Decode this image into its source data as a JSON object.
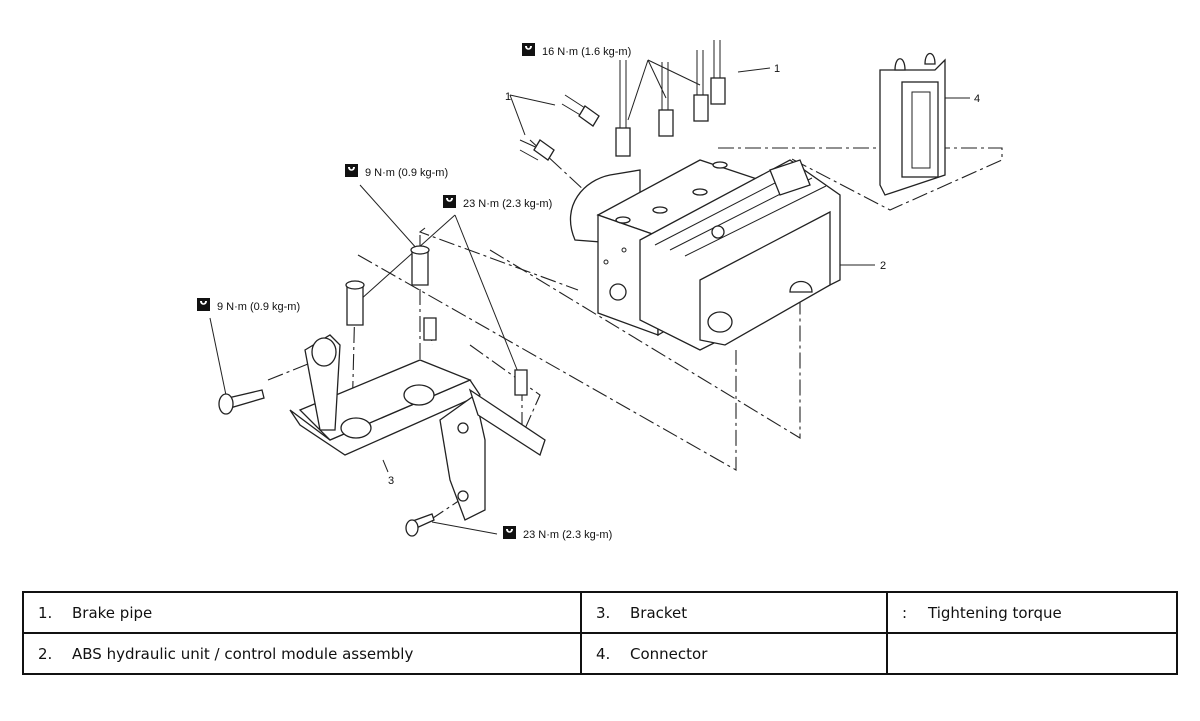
{
  "diagram": {
    "torques": {
      "t16": "16 N·m (1.6 kg-m)",
      "t9a": "9 N·m (0.9 kg-m)",
      "t23a": "23 N·m (2.3 kg-m)",
      "t9b": "9 N·m (0.9 kg-m)",
      "t23b": "23 N·m (2.3 kg-m)"
    },
    "callouts": {
      "c1a": "1",
      "c1b": "1",
      "c2": "2",
      "c3": "3",
      "c4": "4"
    },
    "icon": "torque-wrench-icon"
  },
  "legend": {
    "rows": [
      [
        {
          "num": "1.",
          "text": "Brake pipe"
        },
        {
          "num": "3.",
          "text": "Bracket"
        },
        {
          "num": ":",
          "text": "Tightening torque"
        }
      ],
      [
        {
          "num": "2.",
          "text": "ABS hydraulic unit / control module assembly"
        },
        {
          "num": "4.",
          "text": "Connector"
        },
        {
          "num": "",
          "text": ""
        }
      ]
    ]
  }
}
